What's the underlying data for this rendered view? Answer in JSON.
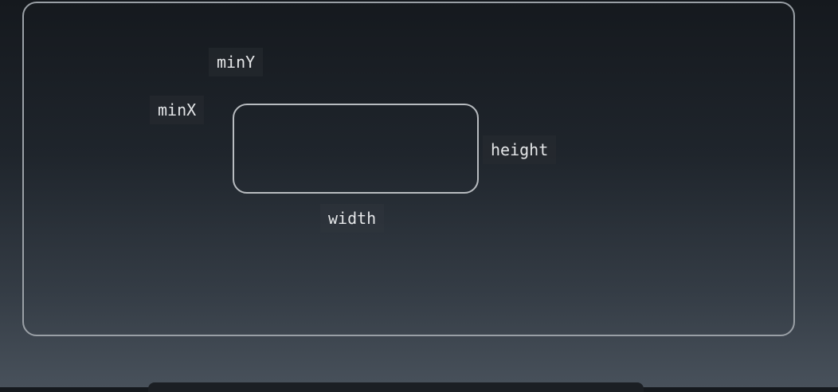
{
  "diagram": {
    "labels": {
      "min_y": "minY",
      "min_x": "minX",
      "height": "height",
      "width": "width"
    }
  },
  "colors": {
    "stroke": "#b8bcc0",
    "label_text": "#e4e6e8"
  }
}
